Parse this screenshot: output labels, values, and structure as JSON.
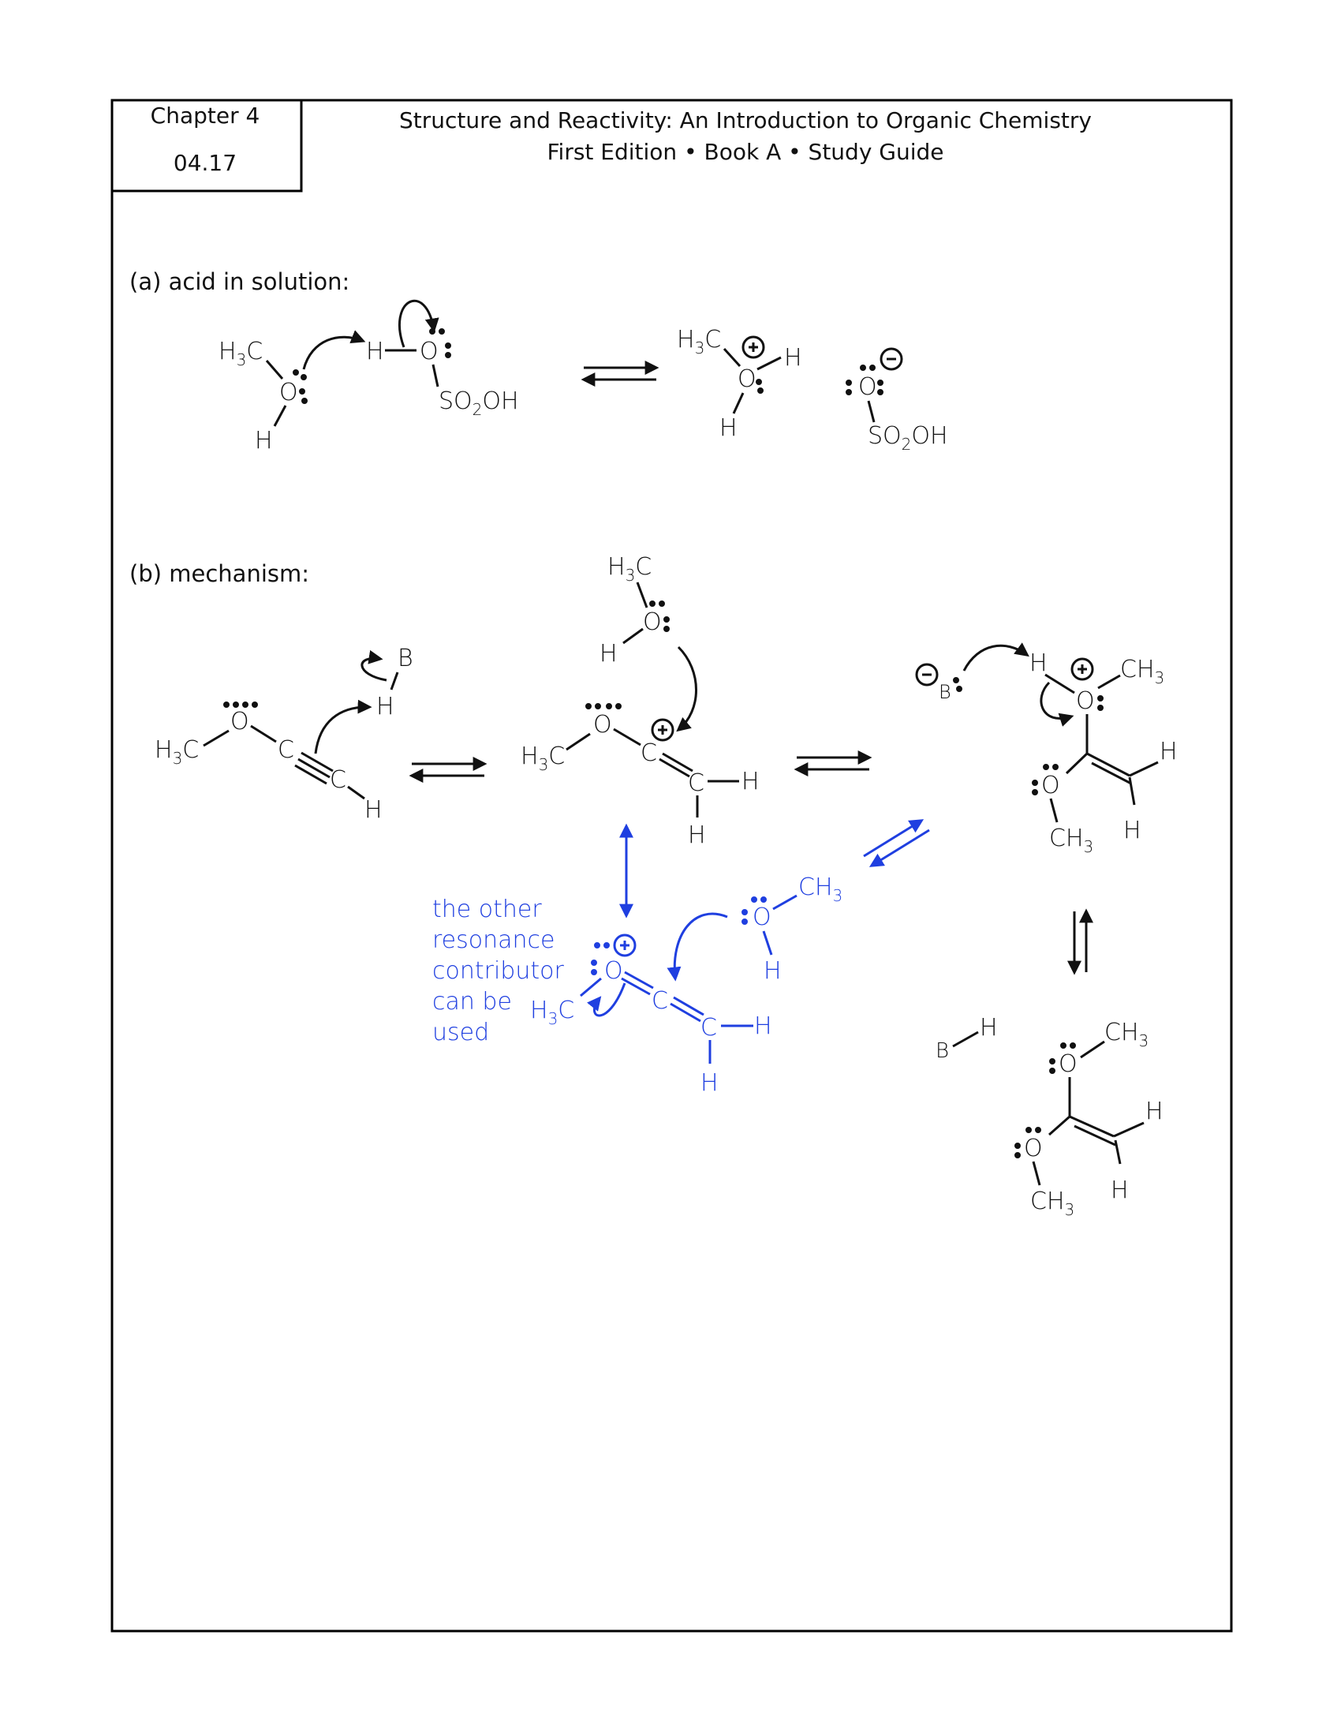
{
  "header": {
    "chapter": "Chapter 4",
    "problem_number": "04.17",
    "book_title": "Structure and Reactivity: An Introduction to Organic Chemistry",
    "edition_line": "First Edition • Book A • Study Guide"
  },
  "section_a": {
    "label": "(a) acid in solution:"
  },
  "section_b": {
    "label": "(b) mechanism:",
    "note_lines": [
      "the other",
      "resonance",
      "contributor",
      "can be",
      "used"
    ]
  },
  "atoms": {
    "O": "O",
    "H": "H",
    "C": "C",
    "B": "B",
    "H3": "H",
    "sub3": "3",
    "sub2": "2",
    "CH": "CH",
    "SO": "SO",
    "OH": "OH"
  },
  "colors": {
    "ink": "#111111",
    "annotation": "#1f3fe0",
    "frame": "#000000"
  }
}
